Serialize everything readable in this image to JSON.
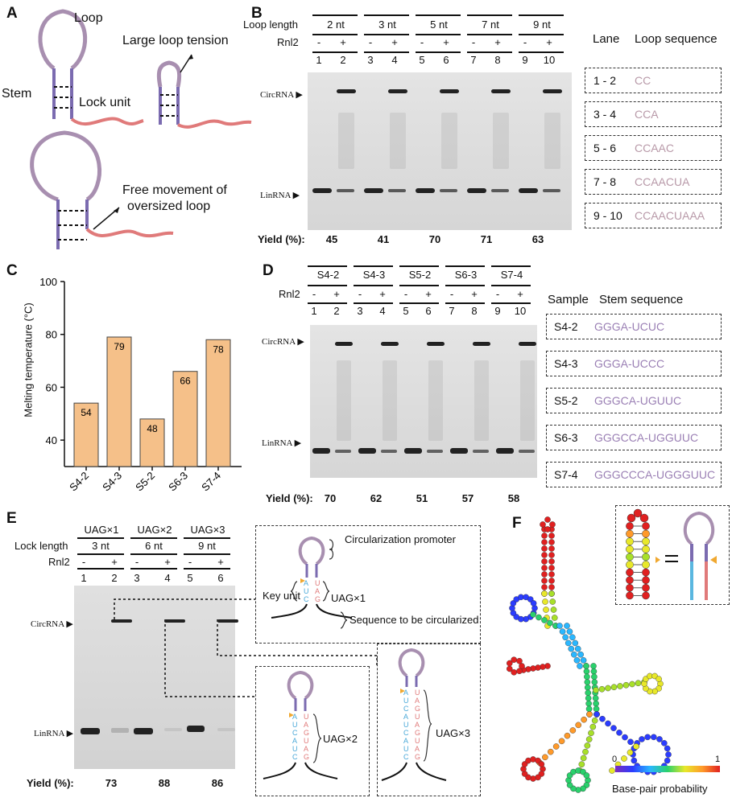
{
  "panels": {
    "A": "A",
    "B": "B",
    "C": "C",
    "D": "D",
    "E": "E",
    "F": "F"
  },
  "a": {
    "loop": "Loop",
    "stem": "Stem",
    "lock": "Lock unit",
    "tension": "Large loop tension",
    "free1": "Free movement of",
    "free2": "oversized loop"
  },
  "b": {
    "row_loop": "Loop length",
    "row_rnl": "Rnl2",
    "groups": [
      "2 nt",
      "3 nt",
      "5 nt",
      "7 nt",
      "9 nt"
    ],
    "signs": [
      "-",
      "+",
      "-",
      "+",
      "-",
      "+",
      "-",
      "+",
      "-",
      "+"
    ],
    "lanes": [
      "1",
      "2",
      "3",
      "4",
      "5",
      "6",
      "7",
      "8",
      "9",
      "10"
    ],
    "circ": "CircRNA",
    "lin": "LinRNA",
    "yield_label": "Yield (%):",
    "yields": [
      "45",
      "41",
      "70",
      "71",
      "63"
    ],
    "table_h1": "Lane",
    "table_h2": "Loop sequence",
    "rows": [
      [
        "1 - 2",
        "CC"
      ],
      [
        "3 - 4",
        "CCA"
      ],
      [
        "5 - 6",
        "CCAAC"
      ],
      [
        "7 - 8",
        "CCAACUA"
      ],
      [
        "9 - 10",
        "CCAACUAAA"
      ]
    ]
  },
  "chart_data": {
    "type": "bar",
    "categories": [
      "S4-2",
      "S4-3",
      "S5-2",
      "S6-3",
      "S7-4"
    ],
    "values": [
      54,
      79,
      48,
      66,
      78
    ],
    "ylabel": "Melting temperature (°C)",
    "ylim": [
      30,
      100
    ],
    "yticks": [
      "100",
      "80",
      "60",
      "40"
    ]
  },
  "d": {
    "groups": [
      "S4-2",
      "S4-3",
      "S5-2",
      "S6-3",
      "S7-4"
    ],
    "row_rnl": "Rnl2",
    "signs": [
      "-",
      "+",
      "-",
      "+",
      "-",
      "+",
      "-",
      "+",
      "-",
      "+"
    ],
    "lanes": [
      "1",
      "2",
      "3",
      "4",
      "5",
      "6",
      "7",
      "8",
      "9",
      "10"
    ],
    "circ": "CircRNA",
    "lin": "LinRNA",
    "yield_label": "Yield (%):",
    "yields": [
      "70",
      "62",
      "51",
      "57",
      "58"
    ],
    "table_h1": "Sample",
    "table_h2": "Stem sequence",
    "rows": [
      [
        "S4-2",
        "GGGA-UCUC"
      ],
      [
        "S4-3",
        "GGGA-UCCC"
      ],
      [
        "S5-2",
        "GGGCA-UGUUC"
      ],
      [
        "S6-3",
        "GGGCCA-UGGUUC"
      ],
      [
        "S7-4",
        "GGGCCCA-UGGGUUC"
      ]
    ]
  },
  "e": {
    "groups": [
      "UAG×1",
      "UAG×2",
      "UAG×3"
    ],
    "row_lock": "Lock length",
    "locks": [
      "3 nt",
      "6 nt",
      "9 nt"
    ],
    "row_rnl": "Rnl2",
    "signs": [
      "-",
      "+",
      "-",
      "+",
      "-",
      "+"
    ],
    "lanes": [
      "1",
      "2",
      "3",
      "4",
      "5",
      "6"
    ],
    "circ": "CircRNA",
    "lin": "LinRNA",
    "yield_label": "Yield (%):",
    "yields": [
      "73",
      "88",
      "86"
    ],
    "promoter": "Circularization promoter",
    "key": "Key unit",
    "uag1": "UAG×1",
    "seq": "Sequence to be circularized",
    "uag2": "UAG×2",
    "uag3": "UAG×3"
  },
  "f": {
    "legend_title": "Base-pair probability",
    "legend_min": "0",
    "legend_max": "1"
  }
}
